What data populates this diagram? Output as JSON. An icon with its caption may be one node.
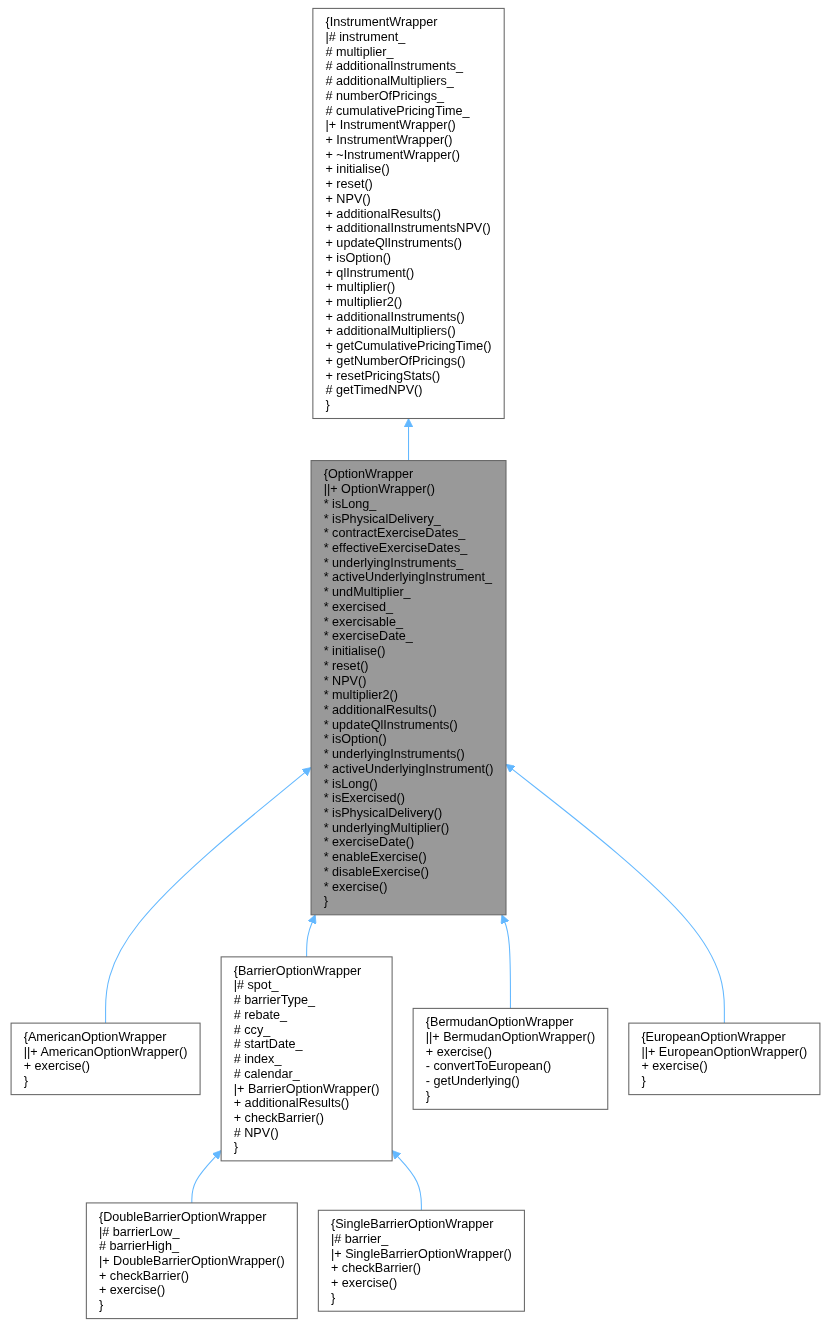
{
  "diagram": {
    "nodes": [
      {
        "text": [
          "{InstrumentWrapper",
          "|# instrument_",
          "# multiplier_",
          "# additionalInstruments_",
          "# additionalMultipliers_",
          "# numberOfPricings_",
          "# cumulativePricingTime_",
          "|+ InstrumentWrapper()",
          "+ InstrumentWrapper()",
          "+ ~InstrumentWrapper()",
          "+ initialise()",
          "+ reset()",
          "+ NPV()",
          "+ additionalResults()",
          "+ additionalInstrumentsNPV()",
          "+ updateQlInstruments()",
          "+ isOption()",
          "+ qlInstrument()",
          "+ multiplier()",
          "+ multiplier2()",
          "+ additionalInstruments()",
          "+ additionalMultipliers()",
          "+ getCumulativePricingTime()",
          "+ getNumberOfPricings()",
          "+ resetPricingStats()",
          "# getTimedNPV()",
          "}"
        ]
      },
      {
        "text": [
          "{OptionWrapper",
          "||+ OptionWrapper()",
          "* isLong_",
          "* isPhysicalDelivery_",
          "* contractExerciseDates_",
          "* effectiveExerciseDates_",
          "* underlyingInstruments_",
          "* activeUnderlyingInstrument_",
          "* undMultiplier_",
          "* exercised_",
          "* exercisable_",
          "* exerciseDate_",
          "* initialise()",
          "* reset()",
          "* NPV()",
          "* multiplier2()",
          "* additionalResults()",
          "* updateQlInstruments()",
          "* isOption()",
          "* underlyingInstruments()",
          "* activeUnderlyingInstrument()",
          "* isLong()",
          "* isExercised()",
          "* isPhysicalDelivery()",
          "* underlyingMultiplier()",
          "* exerciseDate()",
          "* enableExercise()",
          "* disableExercise()",
          "* exercise()",
          "}"
        ]
      },
      {
        "text": [
          "{AmericanOptionWrapper",
          "||+ AmericanOptionWrapper()",
          "+ exercise()",
          "}"
        ]
      },
      {
        "text": [
          "{BarrierOptionWrapper",
          "|# spot_",
          "# barrierType_",
          "# rebate_",
          "# ccy_",
          "# startDate_",
          "# index_",
          "# calendar_",
          "|+ BarrierOptionWrapper()",
          "+ additionalResults()",
          "+ checkBarrier()",
          "# NPV()",
          "}"
        ]
      },
      {
        "text": [
          "{BermudanOptionWrapper",
          "||+ BermudanOptionWrapper()",
          "+ exercise()",
          "- convertToEuropean()",
          "- getUnderlying()",
          "}"
        ]
      },
      {
        "text": [
          "{EuropeanOptionWrapper",
          "||+ EuropeanOptionWrapper()",
          "+ exercise()",
          "}"
        ]
      },
      {
        "text": [
          "{DoubleBarrierOptionWrapper",
          "|# barrierLow_",
          "# barrierHigh_",
          "|+ DoubleBarrierOptionWrapper()",
          "+ checkBarrier()",
          "+ exercise()",
          "}"
        ]
      },
      {
        "text": [
          "{SingleBarrierOptionWrapper",
          "|# barrier_",
          "|+ SingleBarrierOptionWrapper()",
          "+ checkBarrier()",
          "+ exercise()",
          "}"
        ]
      }
    ],
    "edges": [
      {
        "from": 1,
        "to": 0,
        "arrow": "to"
      },
      {
        "from": 2,
        "to": 1,
        "arrow": "to"
      },
      {
        "from": 3,
        "to": 1,
        "arrow": "to"
      },
      {
        "from": 4,
        "to": 1,
        "arrow": "to"
      },
      {
        "from": 5,
        "to": 1,
        "arrow": "to"
      },
      {
        "from": 6,
        "to": 3,
        "arrow": "to"
      },
      {
        "from": 7,
        "to": 3,
        "arrow": "to"
      }
    ]
  }
}
